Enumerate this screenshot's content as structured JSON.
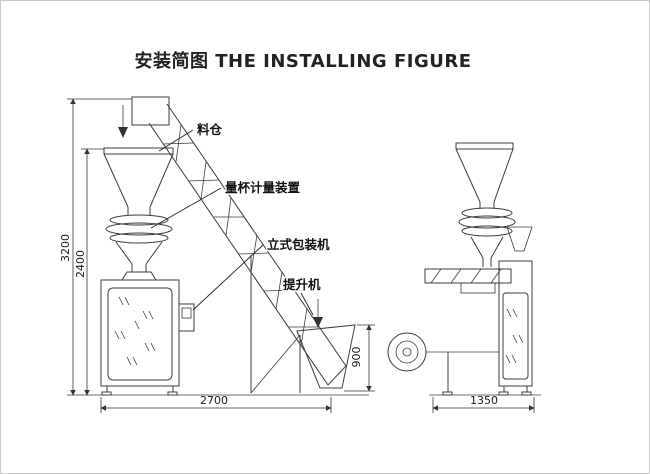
{
  "page": {
    "title": "安装简图 THE INSTALLING FIGURE"
  },
  "callouts": {
    "hopper": "料仓",
    "measuring_device": "量杯计量装置",
    "vertical_packing_machine": "立式包装机",
    "elevator": "提升机"
  },
  "dimensions": {
    "overall_height": "3200",
    "machine_height": "2400",
    "elevator_inlet_height": "900",
    "front_view_width": "2700",
    "side_view_width": "1350"
  }
}
